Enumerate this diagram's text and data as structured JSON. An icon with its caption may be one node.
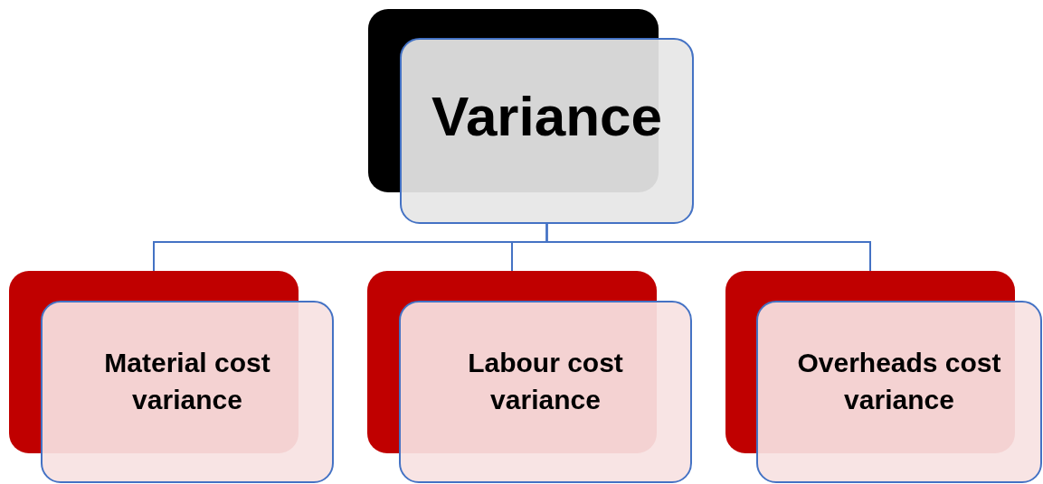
{
  "diagram": {
    "nodes": [
      {
        "text": [
          "Variance"
        ]
      },
      {
        "text": [
          "Material cost variance"
        ]
      },
      {
        "text": [
          "Labour cost variance"
        ]
      },
      {
        "text": [
          "Overheads cost variance"
        ]
      }
    ],
    "edges": [
      {
        "from": 0,
        "to": 1,
        "arrow": "none"
      },
      {
        "from": 0,
        "to": 2,
        "arrow": "none"
      },
      {
        "from": 0,
        "to": 3,
        "arrow": "none"
      }
    ]
  }
}
